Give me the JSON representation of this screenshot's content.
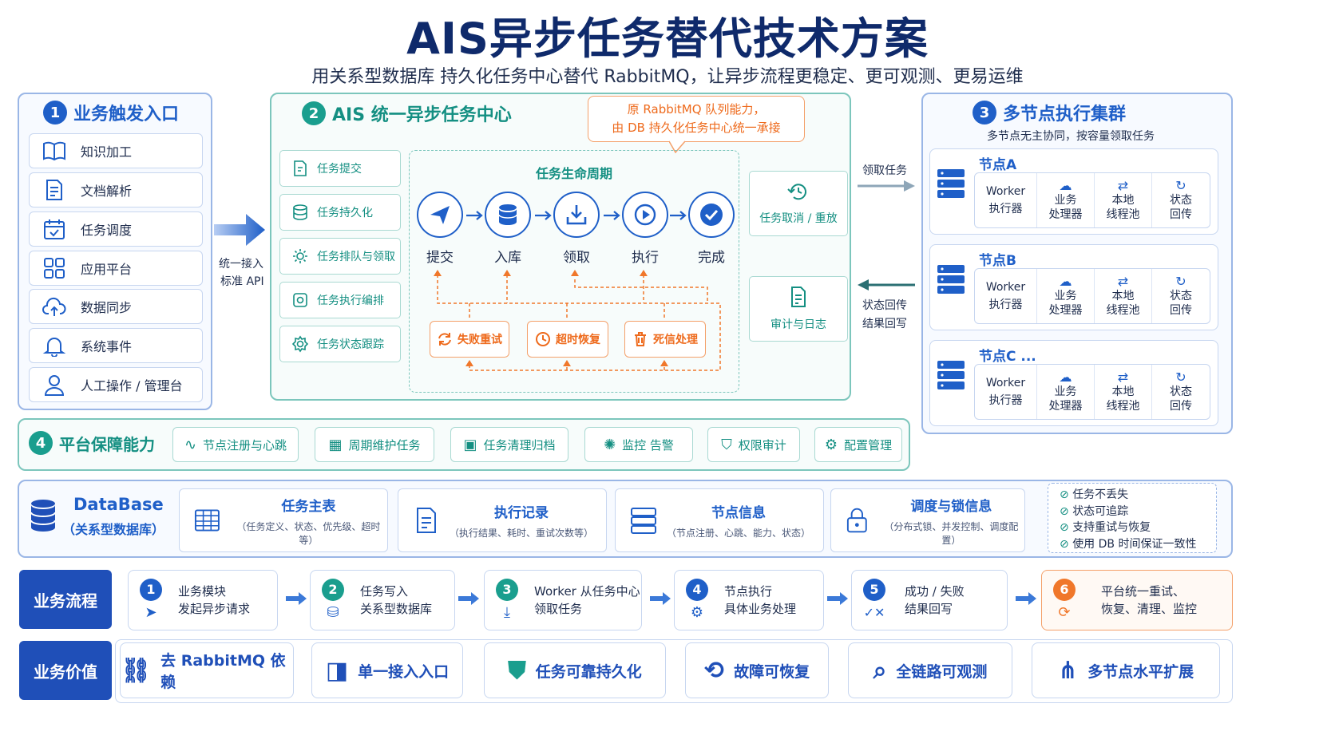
{
  "title": "AIS异步任务替代技术方案",
  "subtitle": "用关系型数据库 持久化任务中心替代 RabbitMQ，让异步流程更稳定、更可观测、更易运维",
  "entry": {
    "num": "1",
    "title": "业务触发入口",
    "items": [
      "知识加工",
      "文档解析",
      "任务调度",
      "应用平台",
      "数据同步",
      "系统事件",
      "人工操作 / 管理台"
    ],
    "api_line1": "统一接入",
    "api_line2": "标准 API"
  },
  "center": {
    "num": "2",
    "title": "AIS 统一异步任务中心",
    "callout_line1": "原 RabbitMQ 队列能力，",
    "callout_line2": "由 DB 持久化任务中心统一承接",
    "left_items": [
      "任务提交",
      "任务持久化",
      "任务排队与领取",
      "任务执行编排",
      "任务状态跟踪"
    ],
    "lifecycle_title": "任务生命周期",
    "stages": [
      "提交",
      "入库",
      "领取",
      "执行",
      "完成"
    ],
    "recovery": [
      "失败重试",
      "超时恢复",
      "死信处理"
    ],
    "side": [
      "任务取消 / 重放",
      "审计与日志"
    ]
  },
  "cluster": {
    "num": "3",
    "title": "多节点执行集群",
    "subtitle": "多节点无主协同，按容量领取任务",
    "pull_label": "领取任务",
    "writeback_line1": "状态回传",
    "writeback_line2": "结果回写",
    "nodes": [
      {
        "name": "节点A"
      },
      {
        "name": "节点B"
      },
      {
        "name": "节点C ..."
      }
    ],
    "cells": [
      {
        "l1": "Worker",
        "l2": "执行器"
      },
      {
        "l1": "业务",
        "l2": "处理器"
      },
      {
        "l1": "本地",
        "l2": "线程池"
      },
      {
        "l1": "状态",
        "l2": "回传"
      }
    ]
  },
  "platform": {
    "num": "4",
    "title": "平台保障能力",
    "items": [
      "节点注册与心跳",
      "周期维护任务",
      "任务清理归档",
      "监控 告警",
      "权限审计",
      "配置管理"
    ]
  },
  "database": {
    "name": "DataBase",
    "sub": "（关系型数据库）",
    "cards": [
      {
        "t": "任务主表",
        "s": "（任务定义、状态、优先级、超时等）"
      },
      {
        "t": "执行记录",
        "s": "（执行结果、耗时、重试次数等）"
      },
      {
        "t": "节点信息",
        "s": "（节点注册、心跳、能力、状态）"
      },
      {
        "t": "调度与锁信息",
        "s": "（分布式锁、并发控制、调度配置）"
      }
    ],
    "checks": [
      "任务不丢失",
      "状态可追踪",
      "支持重试与恢复",
      "使用 DB 时间保证一致性"
    ]
  },
  "flow": {
    "tag": "业务流程",
    "steps": [
      {
        "n": "1",
        "l1": "业务模块",
        "l2": "发起异步请求"
      },
      {
        "n": "2",
        "l1": "任务写入",
        "l2": "关系型数据库"
      },
      {
        "n": "3",
        "l1": "Worker 从任务中心",
        "l2": "领取任务"
      },
      {
        "n": "4",
        "l1": "节点执行",
        "l2": "具体业务处理"
      },
      {
        "n": "5",
        "l1": "成功 / 失败",
        "l2": "结果回写"
      },
      {
        "n": "6",
        "l1": "平台统一重试、",
        "l2": "恢复、清理、监控"
      }
    ]
  },
  "value": {
    "tag": "业务价值",
    "items": [
      "去 RabbitMQ 依赖",
      "单一接入入口",
      "任务可靠持久化",
      "故障可恢复",
      "全链路可观测",
      "多节点水平扩展"
    ]
  },
  "colors": {
    "primary": "#1f5fc8",
    "teal": "#1a9e8e",
    "orange": "#f0772a",
    "navy": "#0f2a6b"
  }
}
